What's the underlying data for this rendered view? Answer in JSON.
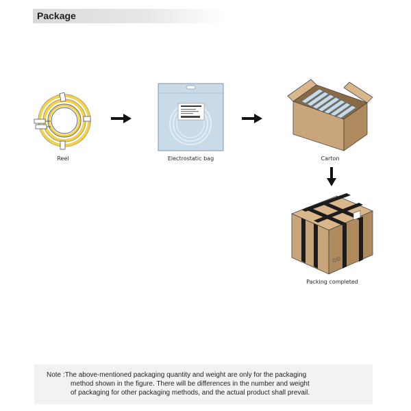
{
  "header": {
    "title": "Package"
  },
  "steps": [
    {
      "label": "Reel"
    },
    {
      "label": "Electrostatic bag"
    },
    {
      "label": "Carton"
    },
    {
      "label": "Packing completed"
    }
  ],
  "note": {
    "prefix": "Note :",
    "line1": "The above-mentioned packaging quantity and weight are only for the packaging",
    "line2": "method shown in the figure. There will be differences in the number and weight",
    "line3": "of packaging for other packaging methods, and the actual product shall prevail."
  },
  "colors": {
    "reel_yellow": "#f3d24a",
    "bag_blue": "#c9dbe8",
    "carton_brown": "#c9a57b",
    "strap": "#1c1c1c",
    "note_bg": "#f2f2f2"
  }
}
